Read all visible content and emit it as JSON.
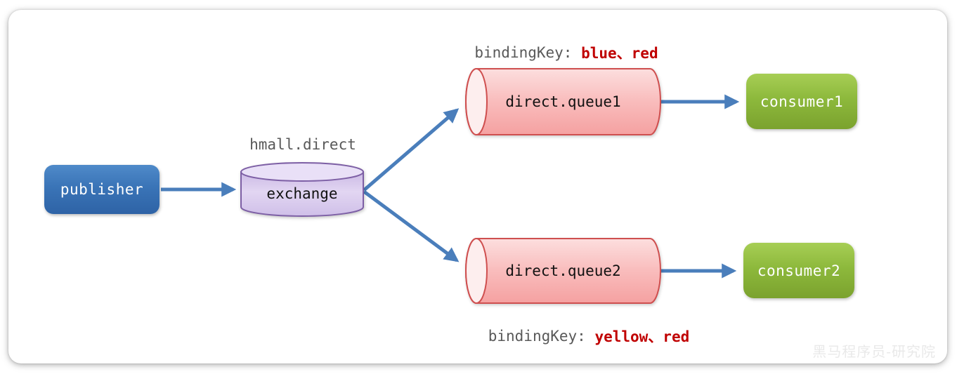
{
  "diagram": {
    "publisher": {
      "label": "publisher"
    },
    "exchange": {
      "label": "exchange",
      "name_title": "hmall.direct"
    },
    "queue1": {
      "label": "direct.queue1",
      "binding": {
        "prefix": "bindingKey: ",
        "keys": "blue、red"
      }
    },
    "queue2": {
      "label": "direct.queue2",
      "binding": {
        "prefix": "bindingKey: ",
        "keys": "yellow、red"
      }
    },
    "consumer1": {
      "label": "consumer1"
    },
    "consumer2": {
      "label": "consumer2"
    },
    "colors": {
      "arrow_blue": "#4a7ebb",
      "publisher_fill": "#3a74b7",
      "consumer_fill": "#8db93c",
      "exchange_fill": "#dccdf0",
      "exchange_stroke": "#7d5fa5",
      "queue_fill": "#f9bcbc",
      "queue_stroke": "#cf4f4f",
      "binding_key_red": "#c00000",
      "label_gray": "#595959"
    }
  },
  "watermark": "黑马程序员-研究院"
}
